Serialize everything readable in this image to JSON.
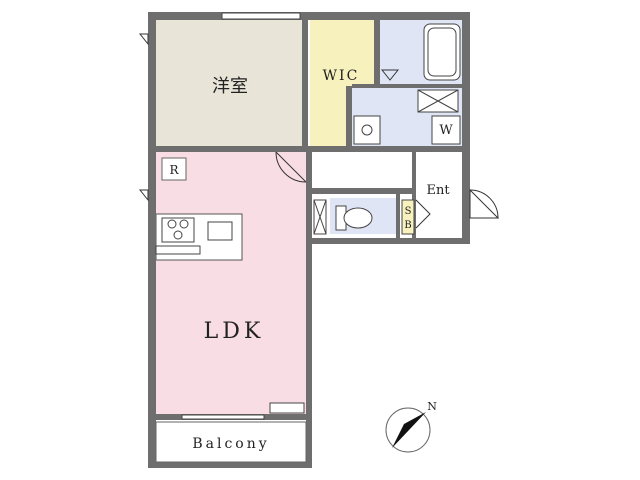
{
  "rooms": {
    "western_room": "洋室",
    "wic": "WIC",
    "ldk": "LDK",
    "entrance": "Ent",
    "balcony": "Balcony",
    "refrigerator": "R",
    "washer": "W",
    "shoe_box": "S\nB"
  },
  "compass": {
    "north_label": "N"
  },
  "colors": {
    "western_room": "#e8e4d8",
    "wic": "#f6f1bd",
    "wet_area": "#dfe5f5",
    "ldk": "#f8dde4",
    "corridor": "#ffffff",
    "wall": "#6e6e6e"
  }
}
